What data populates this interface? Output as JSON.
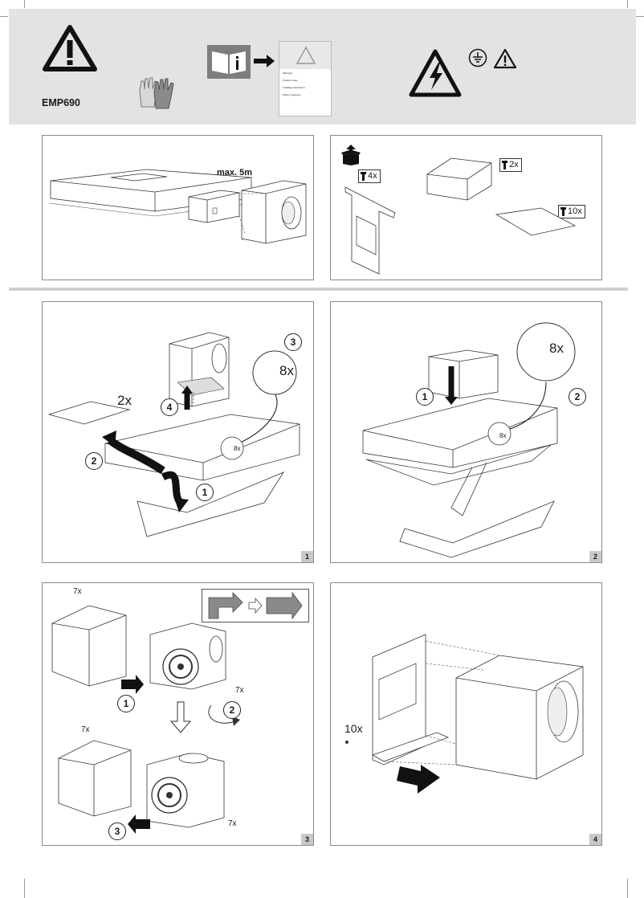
{
  "header": {
    "model": "EMP690",
    "leaflet_lines": [
      "Warning!",
      "Product notes",
      "Installing instructions",
      "Safety measures"
    ]
  },
  "overview": {
    "max_length_label": "max. 5m"
  },
  "parts": {
    "bracket_qty": "4x",
    "duct_qty": "2x",
    "plate_qty": "10x"
  },
  "steps": {
    "s1": {
      "number": "1",
      "qty_filters": "2x",
      "qty_screws": "8x",
      "qty_screws_small": "8x",
      "callouts": [
        "1",
        "2",
        "3",
        "4"
      ]
    },
    "s2": {
      "number": "2",
      "qty_screws": "8x",
      "qty_screws_small": "8x",
      "callouts": [
        "1",
        "2"
      ]
    },
    "s3": {
      "number": "3",
      "qty_a": "7x",
      "qty_b": "7x",
      "qty_c": "7x",
      "qty_d": "7x",
      "callouts": [
        "1",
        "2",
        "3"
      ]
    },
    "s4": {
      "number": "4",
      "qty_screws": "10x"
    }
  }
}
